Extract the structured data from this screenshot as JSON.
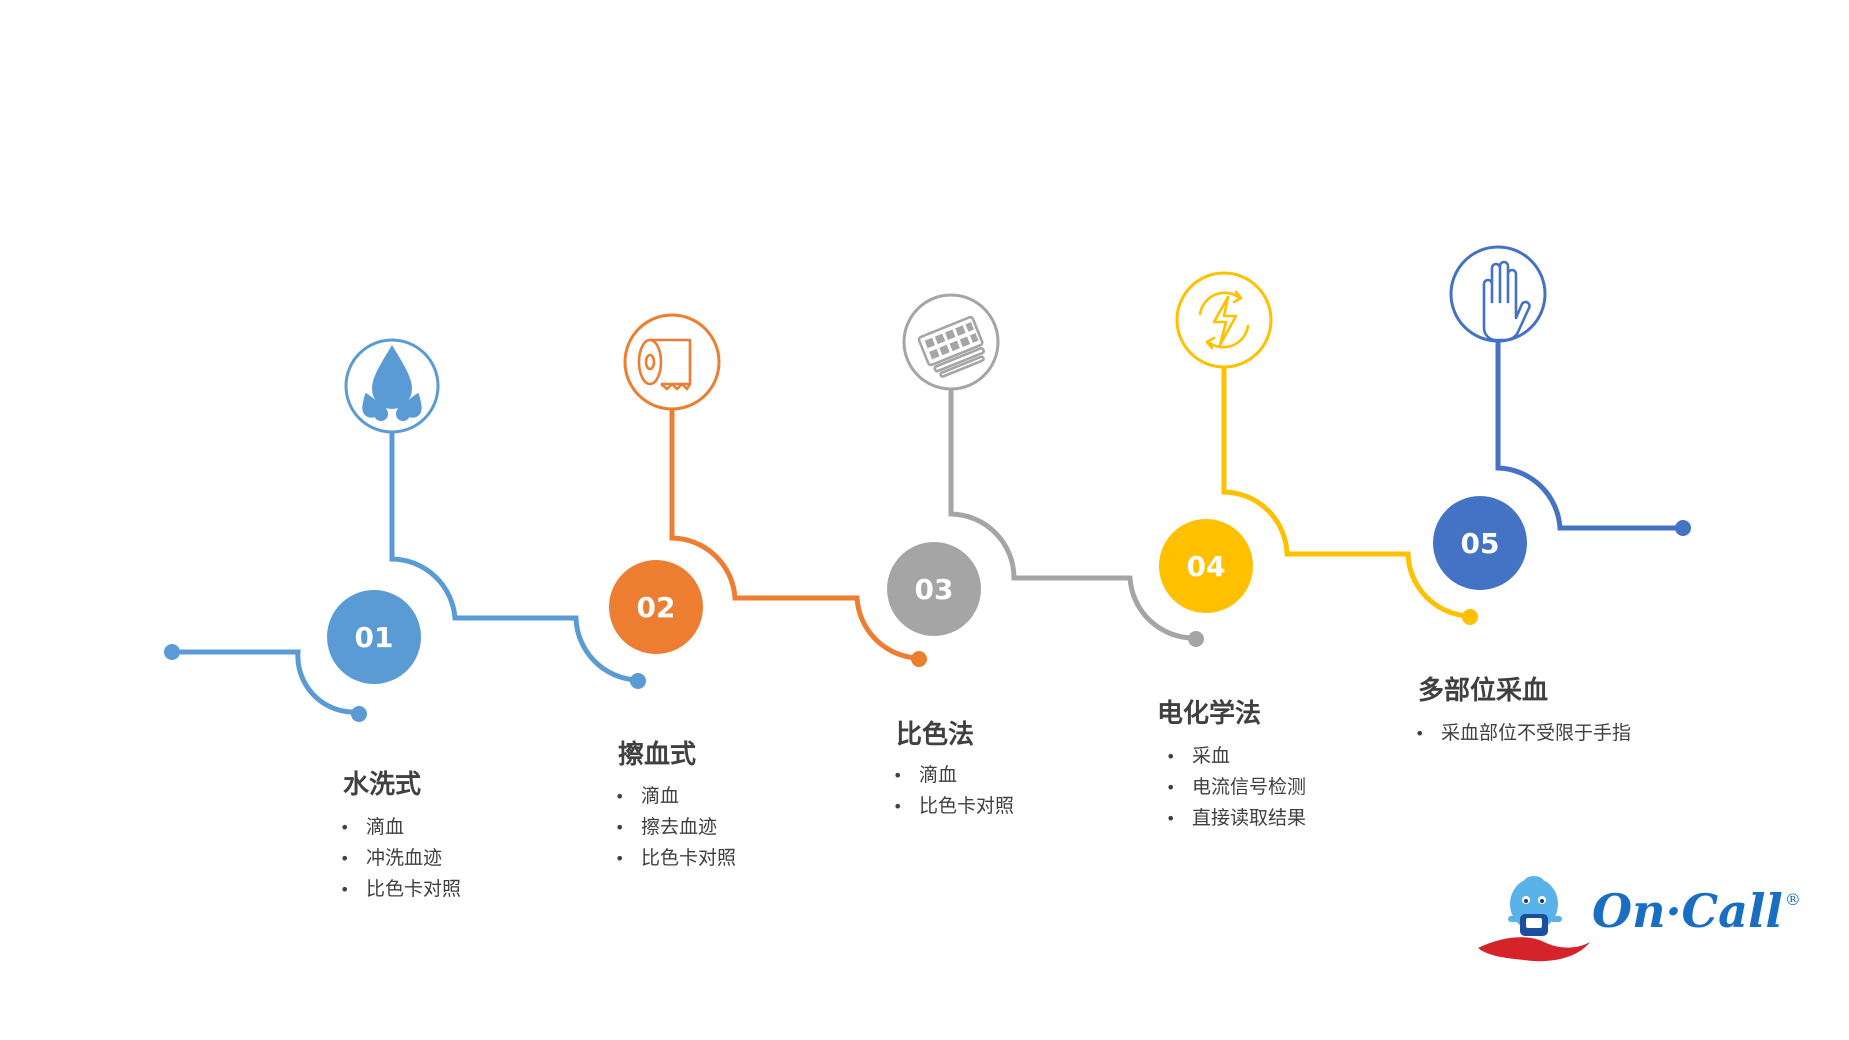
{
  "steps": [
    {
      "number": "01",
      "title": "水洗式",
      "color": "#5b9bd5",
      "icon": "water-drop-icon",
      "bullets": [
        "滴血",
        "冲洗血迹",
        "比色卡对照"
      ]
    },
    {
      "number": "02",
      "title": "擦血式",
      "color": "#ed7d31",
      "icon": "paper-roll-icon",
      "bullets": [
        "滴血",
        "擦去血迹",
        "比色卡对照"
      ]
    },
    {
      "number": "03",
      "title": "比色法",
      "color": "#a5a5a5",
      "icon": "color-card-icon",
      "bullets": [
        "滴血",
        "比色卡对照"
      ]
    },
    {
      "number": "04",
      "title": "电化学法",
      "color": "#ffc000",
      "icon": "electric-current-icon",
      "bullets": [
        "采血",
        "电流信号检测",
        "直接读取结果"
      ]
    },
    {
      "number": "05",
      "title": "多部位采血",
      "color": "#4472c4",
      "icon": "hand-icon",
      "bullets": [
        "采血部位不受限于手指"
      ]
    }
  ],
  "bullet_symbol": "•",
  "logo": {
    "text": "On·Call",
    "mark": "®",
    "color": "#1a6ec1",
    "icon": "oncall-mascot-icon"
  }
}
